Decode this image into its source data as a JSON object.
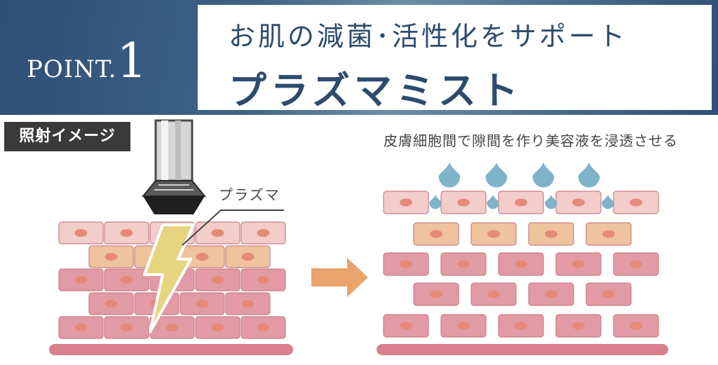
{
  "header": {
    "point_prefix": "POINT.",
    "point_number": "1",
    "subtitle": "お肌の減菌･活性化をサポート",
    "title": "プラズマミスト"
  },
  "badge_label": "照射イメージ",
  "right_caption": "皮膚細胞間で隙間を作り美容液を浸透させる",
  "plasma_label": "プラズマ",
  "colors": {
    "header_dark": "#2f4f74",
    "title_text": "#2d4c6d",
    "cell_light_pink": "#f2cdca",
    "cell_peach": "#efc39d",
    "cell_pink": "#e29aa4",
    "nucleus": "#e58a7a",
    "lightning": "#e6d47f",
    "droplet": "#7fb3c9",
    "arrow": "#e9a36c",
    "base_membrane": "#d97f8c"
  }
}
